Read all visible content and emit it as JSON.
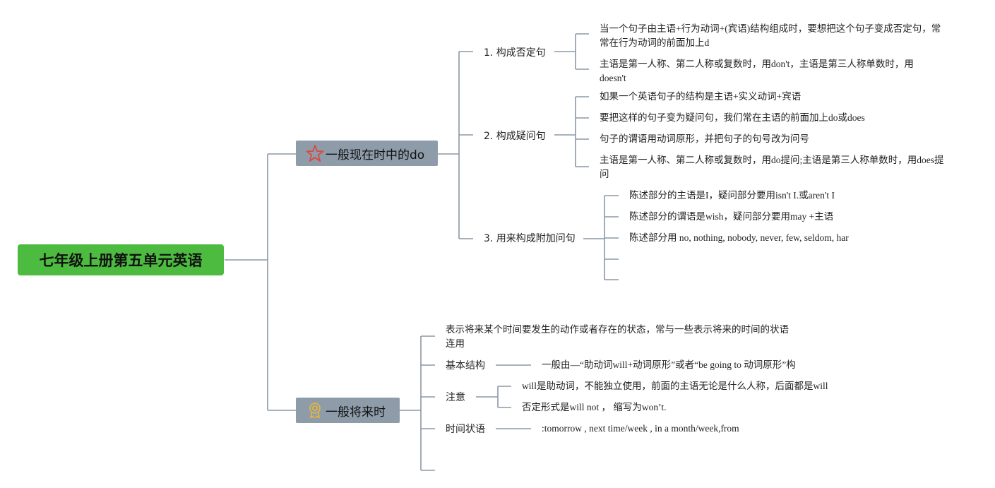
{
  "colors": {
    "root_bg": "#4cbb3f",
    "branch_bg": "#8e9caa",
    "line": "#8a98a6",
    "star": "#e0463c",
    "medal": "#e8b43a"
  },
  "root": {
    "label": "七年级上册第五单元英语"
  },
  "branch1": {
    "label": "一般现在时中的do",
    "icon": "star-icon",
    "sections": [
      {
        "label": "1. 构成否定句",
        "items": [
          "当一个句子由主语+行为动词+(宾语)结构组成时，要想把这个句子变成否定句，常常在行为动词的前面加上d",
          "主语是第一人称、第二人称或复数时，用don't，主语是第三人称单数时，用doesn't"
        ]
      },
      {
        "label": "2. 构成疑问句",
        "items": [
          "如果一个英语句子的结构是主语+实义动词+宾语",
          "要把这样的句子变为疑问句，我们常在主语的前面加上do或does",
          "句子的谓语用动词原形，并把句子的句号改为问号",
          "主语是第一人称、第二人称或复数时，用do提问;主语是第三人称单数时，用does提问"
        ]
      },
      {
        "label": "3. 用来构成附加问句",
        "items": [
          "陈述部分的主语是I，疑问部分要用isn't I.或aren't I",
          "陈述部分的谓语是wish，疑问部分要用may +主语",
          "陈述部分用 no, nothing, nobody, never, few, seldom, har",
          "",
          ""
        ]
      }
    ]
  },
  "branch2": {
    "label": "一般将来时",
    "icon": "medal-icon",
    "intro": "表示将来某个时间要发生的动作或者存在的状态，常与一些表示将来的时间的状语连用",
    "structure": {
      "label": "基本结构",
      "text": "一般由—“助动词will+动词原形”或者“be going to 动词原形”构"
    },
    "note": {
      "label": "注意",
      "items": [
        "will是助动词，不能独立使用，前面的主语无论是什么人称，后面都是will",
        "否定形式是will not ， 缩写为won’t."
      ]
    },
    "time": {
      "label": "时间状语",
      "text": ":tomorrow , next time/week , in a month/week,from"
    }
  }
}
